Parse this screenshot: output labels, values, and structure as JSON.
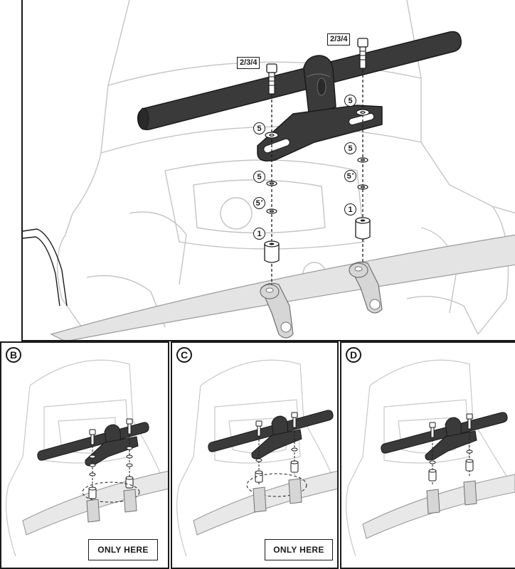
{
  "panels": {
    "b": {
      "letter": "B",
      "note": "ONLY HERE"
    },
    "c": {
      "letter": "C",
      "note": "ONLY HERE"
    },
    "d": {
      "letter": "D"
    }
  },
  "callouts": {
    "code": "2/3/4",
    "washer": "5",
    "washer_alt": "5",
    "alt_mark": "*",
    "spacer": "1"
  },
  "colors": {
    "part": "#3a3a3a",
    "ghost": "#c8c8c8",
    "line": "#1a1a1a"
  }
}
